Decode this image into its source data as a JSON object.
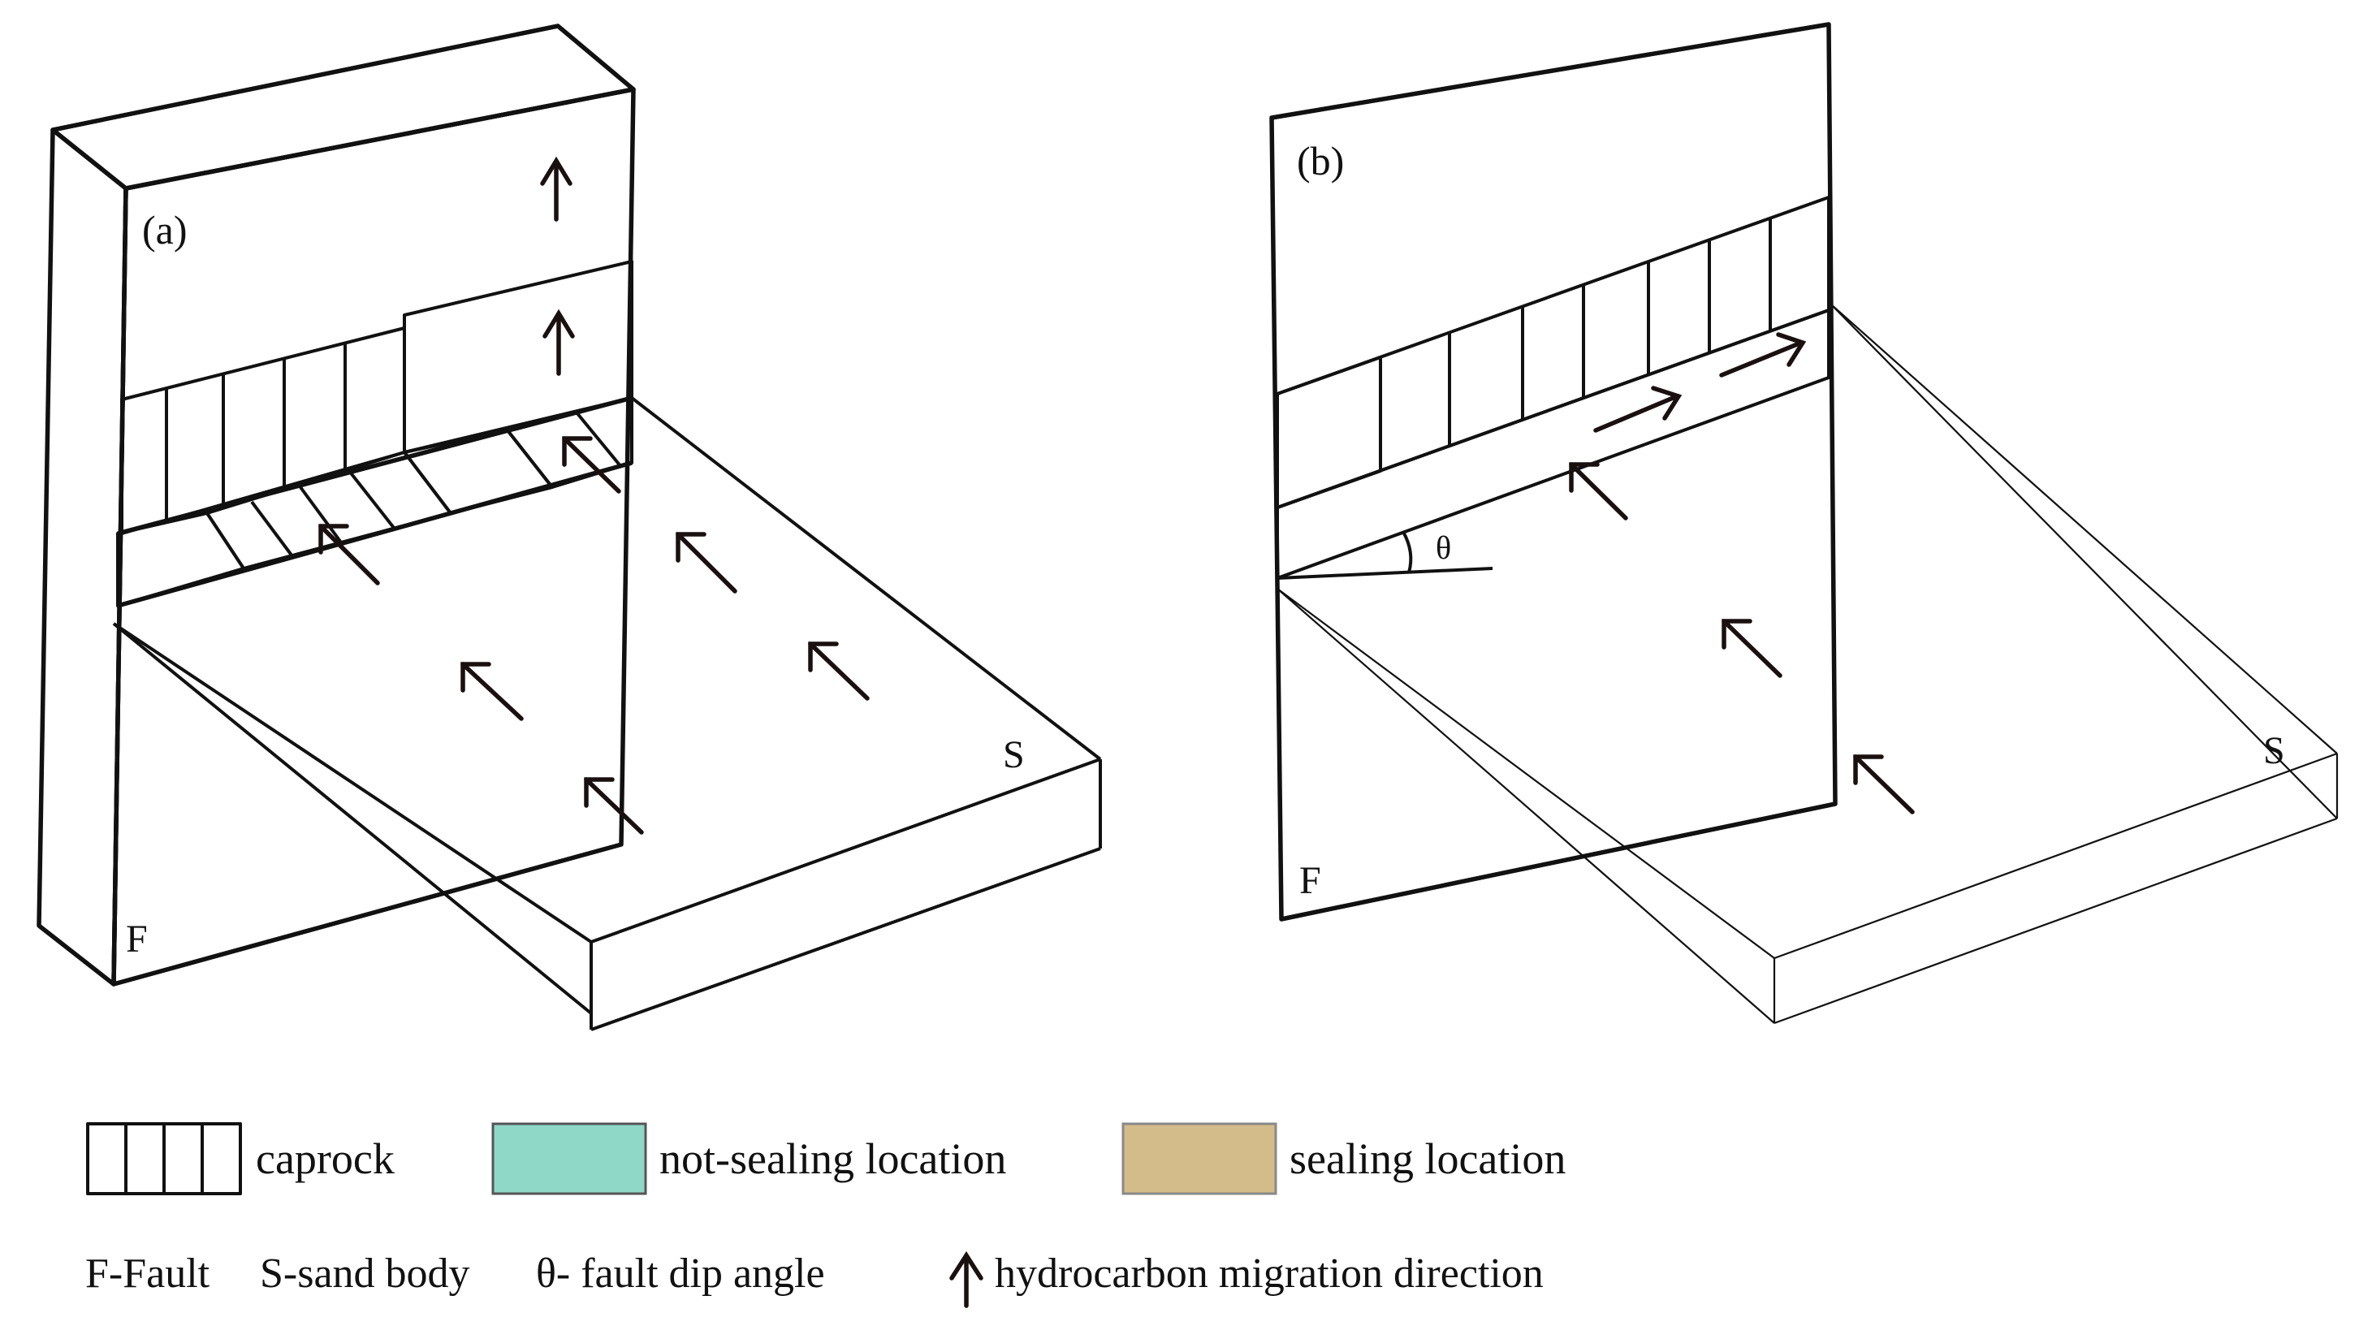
{
  "panel_a": {
    "label": "(a)",
    "fault_label": "F",
    "sand_label": "S"
  },
  "panel_b": {
    "label": "(b)",
    "fault_label": "F",
    "sand_label": "S",
    "angle_symbol": "θ"
  },
  "legend": {
    "caprock": "caprock",
    "not_sealing": "not-sealing location",
    "sealing": "sealing location",
    "fault_def": "F-Fault",
    "sand_def": "S-sand body",
    "angle_def": "θ- fault dip angle",
    "migration_def": "hydrocarbon migration direction"
  },
  "colors": {
    "not_sealing": "#8fd8c8",
    "sealing": "#d4bc8a",
    "outline": "#111111"
  }
}
